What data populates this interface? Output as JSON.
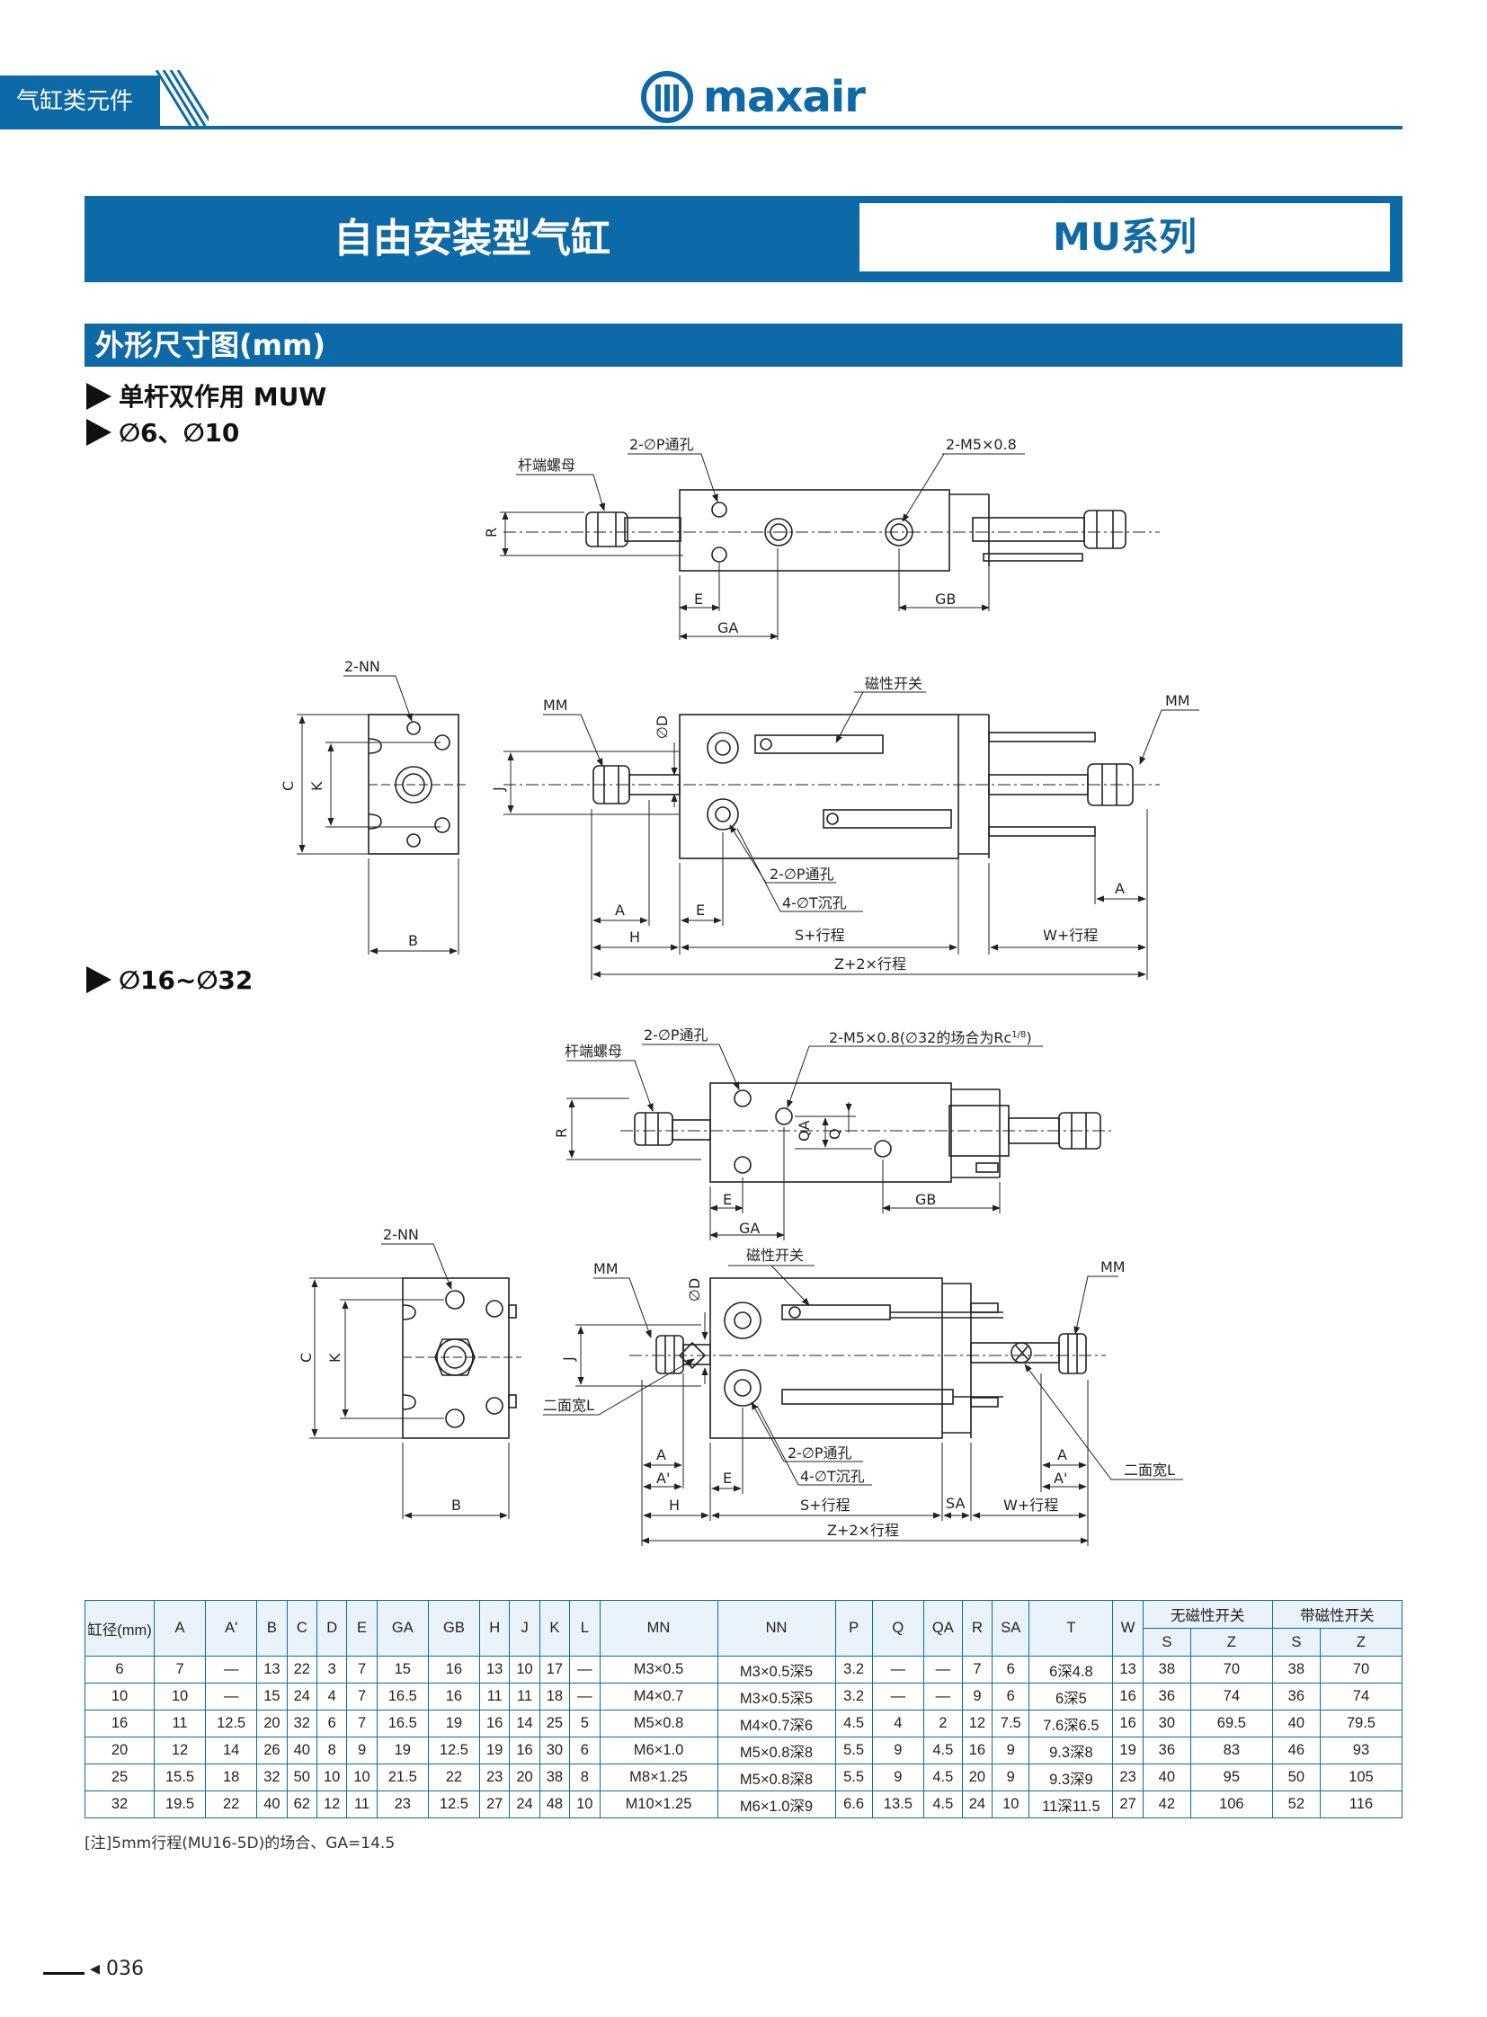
{
  "header": {
    "category": "气缸类元件",
    "brand": "maxair"
  },
  "title": {
    "main": "自由安装型气缸",
    "series": "MU系列"
  },
  "section": {
    "heading": "外形尺寸图(mm)",
    "sub_type": "单杆双作用 MUW",
    "range_small": "∅6、∅10",
    "range_large": "∅16~∅32"
  },
  "drawing1": {
    "top": {
      "rod_nut": "杆端螺母",
      "port_hole": "2-∅P通孔",
      "thread": "2-M5×0.8",
      "R": "R",
      "E": "E",
      "GA": "GA",
      "GB": "GB"
    },
    "end": {
      "NN": "2-NN",
      "C": "C",
      "K": "K",
      "B": "B"
    },
    "side": {
      "MM_left": "MM",
      "MM_right": "MM",
      "D": "∅D",
      "J": "J",
      "switch": "磁性开关",
      "port_hole": "2-∅P通孔",
      "counterbore": "4-∅T沉孔",
      "A_left": "A",
      "A_right": "A",
      "E": "E",
      "H": "H",
      "S": "S+行程",
      "W": "W+行程",
      "Z": "Z+2×行程"
    }
  },
  "drawing2": {
    "top": {
      "rod_nut": "杆端螺母",
      "port_hole": "2-∅P通孔",
      "thread_pre": "2-M5×0.8(∅32的场合为Rc",
      "thread_frac": "1/8",
      "thread_post": ")",
      "R": "R",
      "Q": "Q",
      "QA": "QA",
      "E": "E",
      "GA": "GA",
      "GB": "GB"
    },
    "end": {
      "NN": "2-NN",
      "C": "C",
      "K": "K",
      "B": "B"
    },
    "side": {
      "MM_left": "MM",
      "MM_right": "MM",
      "D": "∅D",
      "J": "J",
      "switch": "磁性开关",
      "width_left": "二面宽L",
      "width_right": "二面宽L",
      "port_hole": "2-∅P通孔",
      "counterbore": "4-∅T沉孔",
      "A_left": "A",
      "A1_left": "A'",
      "A_right": "A",
      "A1_right": "A'",
      "E": "E",
      "H": "H",
      "S": "S+行程",
      "SA": "SA",
      "W": "W+行程",
      "Z": "Z+2×行程"
    }
  },
  "table": {
    "bore_header": "缸径(mm)",
    "columns": [
      "A",
      "A'",
      "B",
      "C",
      "D",
      "E",
      "GA",
      "GB",
      "H",
      "J",
      "K",
      "L",
      "MN",
      "NN",
      "P",
      "Q",
      "QA",
      "R",
      "SA",
      "T",
      "W"
    ],
    "group_no_switch": "无磁性开关",
    "group_switch": "带磁性开关",
    "sub_s": "S",
    "sub_z": "Z",
    "rows": [
      [
        "6",
        "7",
        "—",
        "13",
        "22",
        "3",
        "7",
        "15",
        "16",
        "13",
        "10",
        "17",
        "—",
        "M3×0.5",
        "M3×0.5深5",
        "3.2",
        "—",
        "—",
        "7",
        "6",
        "6深4.8",
        "13",
        "38",
        "70",
        "38",
        "70"
      ],
      [
        "10",
        "10",
        "—",
        "15",
        "24",
        "4",
        "7",
        "16.5",
        "16",
        "11",
        "11",
        "18",
        "—",
        "M4×0.7",
        "M3×0.5深5",
        "3.2",
        "—",
        "—",
        "9",
        "6",
        "6深5",
        "16",
        "36",
        "74",
        "36",
        "74"
      ],
      [
        "16",
        "11",
        "12.5",
        "20",
        "32",
        "6",
        "7",
        "16.5",
        "19",
        "16",
        "14",
        "25",
        "5",
        "M5×0.8",
        "M4×0.7深6",
        "4.5",
        "4",
        "2",
        "12",
        "7.5",
        "7.6深6.5",
        "16",
        "30",
        "69.5",
        "40",
        "79.5"
      ],
      [
        "20",
        "12",
        "14",
        "26",
        "40",
        "8",
        "9",
        "19",
        "12.5",
        "19",
        "16",
        "30",
        "6",
        "M6×1.0",
        "M5×0.8深8",
        "5.5",
        "9",
        "4.5",
        "16",
        "9",
        "9.3深8",
        "19",
        "36",
        "83",
        "46",
        "93"
      ],
      [
        "25",
        "15.5",
        "18",
        "32",
        "50",
        "10",
        "10",
        "21.5",
        "22",
        "23",
        "20",
        "38",
        "8",
        "M8×1.25",
        "M5×0.8深8",
        "5.5",
        "9",
        "4.5",
        "20",
        "9",
        "9.3深9",
        "23",
        "40",
        "95",
        "50",
        "105"
      ],
      [
        "32",
        "19.5",
        "22",
        "40",
        "62",
        "12",
        "11",
        "23",
        "12.5",
        "27",
        "24",
        "48",
        "10",
        "M10×1.25",
        "M6×1.0深9",
        "6.6",
        "13.5",
        "4.5",
        "24",
        "10",
        "11深11.5",
        "27",
        "42",
        "106",
        "52",
        "116"
      ]
    ],
    "note": "[注]5mm行程(MU16-5D)的场合、GA=14.5"
  },
  "footer": {
    "page": "◂ 036"
  }
}
